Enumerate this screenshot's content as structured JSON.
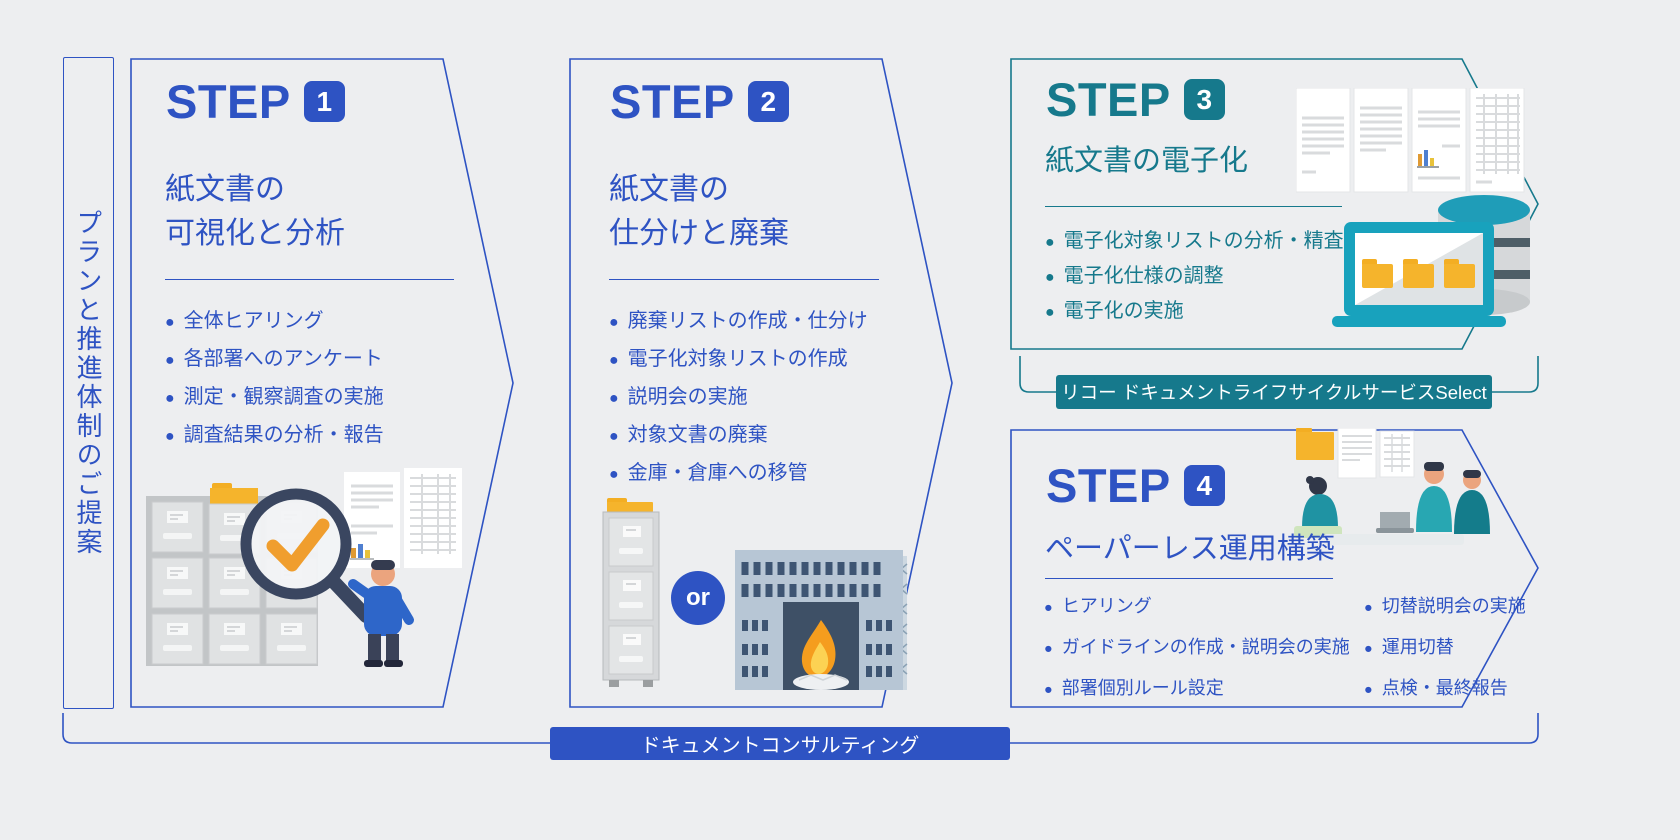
{
  "sidebar": {
    "label": "プランと推進体制のご提案"
  },
  "steps": [
    {
      "label": "STEP",
      "number": "1",
      "title_lines": [
        "紙文書の",
        "可視化と分析"
      ],
      "bullets": [
        "全体ヒアリング",
        "各部署へのアンケート",
        "測定・観察調査の実施",
        "調査結果の分析・報告"
      ],
      "illustration": "file-cabinet-magnifier-check-person"
    },
    {
      "label": "STEP",
      "number": "2",
      "title_lines": [
        "紙文書の",
        "仕分けと廃棄"
      ],
      "bullets": [
        "廃棄リストの作成・仕分け",
        "電子化対象リストの作成",
        "説明会の実施",
        "対象文書の廃棄",
        "金庫・倉庫への移管"
      ],
      "or_label": "or",
      "illustration": "cabinet-or-incinerator"
    },
    {
      "label": "STEP",
      "number": "3",
      "title_lines": [
        "紙文書の電子化"
      ],
      "bullets": [
        "電子化対象リストの分析・精査",
        "電子化仕様の調整",
        "電子化の実施"
      ],
      "illustration": "paper-documents-database-laptop-folders"
    },
    {
      "label": "STEP",
      "number": "4",
      "title_lines": [
        "ペーパーレス運用構築"
      ],
      "bullets_left": [
        "ヒアリング",
        "ガイドラインの作成・説明会の実施",
        "部署個別ルール設定"
      ],
      "bullets_right": [
        "切替説明会の実施",
        "運用切替",
        "点検・最終報告"
      ],
      "illustration": "team-meeting-laptop-documents"
    }
  ],
  "ribbons": {
    "service_select": "リコー ドキュメントライフサイクルサービスSelect",
    "consulting": "ドキュメントコンサルティング"
  },
  "colors": {
    "background": "#edeef0",
    "blue": "#2e53c3",
    "teal": "#16798c",
    "folder_yellow": "#f3ae23",
    "check_orange": "#f09e2e",
    "white": "#ffffff"
  }
}
